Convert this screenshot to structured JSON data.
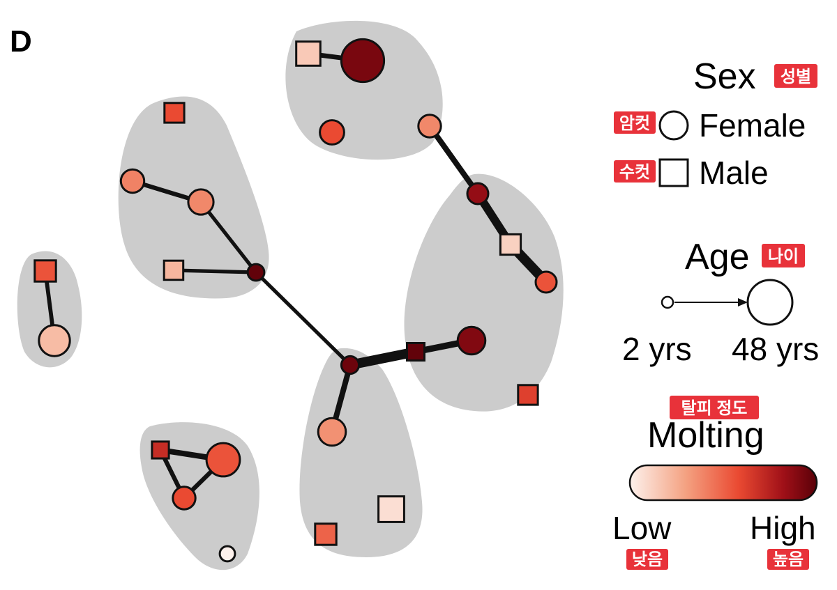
{
  "panel_label": "D",
  "colors": {
    "group_fill": "#cccccc",
    "edge": "#111111",
    "node_stroke": "#111111",
    "korean_tag_bg": "#e8323a",
    "korean_tag_text": "#ffffff",
    "molting_scale": [
      "#fdf1ec",
      "#f4a181",
      "#ea4a32",
      "#a01018",
      "#5a0008"
    ]
  },
  "legend": {
    "sex": {
      "title": "Sex",
      "title_kr": "성별",
      "female_label": "Female",
      "female_kr": "암컷",
      "male_label": "Male",
      "male_kr": "수컷"
    },
    "age": {
      "title": "Age",
      "title_kr": "나이",
      "min_label": "2 yrs",
      "max_label": "48 yrs"
    },
    "molting": {
      "title": "Molting",
      "title_kr": "탈피 정도",
      "low_label": "Low",
      "low_kr": "낮음",
      "high_label": "High",
      "high_kr": "높음"
    }
  },
  "network": {
    "groups": [
      "g1",
      "g2",
      "g3",
      "g4",
      "g5",
      "g6",
      "g7"
    ],
    "nodes": [
      {
        "id": "n1",
        "sex": "male",
        "age": 0.45,
        "molting": 0.15,
        "group": "g1"
      },
      {
        "id": "n2",
        "sex": "female",
        "age": 0.9,
        "molting": 0.92,
        "group": "g1"
      },
      {
        "id": "n3",
        "sex": "female",
        "age": 0.35,
        "molting": 0.58,
        "group": "g1"
      },
      {
        "id": "n4",
        "sex": "female",
        "age": 0.3,
        "molting": 0.38,
        "group": "g1"
      },
      {
        "id": "n5",
        "sex": "male",
        "age": 0.3,
        "molting": 0.58,
        "group": "g2"
      },
      {
        "id": "n6",
        "sex": "female",
        "age": 0.32,
        "molting": 0.4,
        "group": "g2"
      },
      {
        "id": "n7",
        "sex": "female",
        "age": 0.38,
        "molting": 0.38,
        "group": "g2"
      },
      {
        "id": "n8",
        "sex": "male",
        "age": 0.28,
        "molting": 0.22,
        "group": "g2"
      },
      {
        "id": "n9",
        "sex": "female",
        "age": 0.12,
        "molting": 0.98,
        "group": "g2"
      },
      {
        "id": "n10",
        "sex": "male",
        "age": 0.35,
        "molting": 0.55,
        "group": "g3"
      },
      {
        "id": "n11",
        "sex": "female",
        "age": 0.55,
        "molting": 0.2,
        "group": "g3"
      },
      {
        "id": "n12",
        "sex": "female",
        "age": 0.25,
        "molting": 0.85,
        "group": "g4"
      },
      {
        "id": "n13",
        "sex": "male",
        "age": 0.32,
        "molting": 0.12,
        "group": "g4"
      },
      {
        "id": "n14",
        "sex": "female",
        "age": 0.25,
        "molting": 0.55,
        "group": "g4"
      },
      {
        "id": "n15",
        "sex": "female",
        "age": 0.45,
        "molting": 0.9,
        "group": "g4"
      },
      {
        "id": "n16",
        "sex": "male",
        "age": 0.22,
        "molting": 0.98,
        "group": "g4"
      },
      {
        "id": "n17",
        "sex": "male",
        "age": 0.3,
        "molting": 0.62,
        "group": "g4"
      },
      {
        "id": "n18",
        "sex": "female",
        "age": 0.15,
        "molting": 0.95,
        "group": "g5"
      },
      {
        "id": "n19",
        "sex": "female",
        "age": 0.45,
        "molting": 0.35,
        "group": "g5"
      },
      {
        "id": "n20",
        "sex": "male",
        "age": 0.5,
        "molting": 0.07,
        "group": "g5"
      },
      {
        "id": "n21",
        "sex": "male",
        "age": 0.35,
        "molting": 0.5,
        "group": "g5"
      },
      {
        "id": "n22",
        "sex": "male",
        "age": 0.2,
        "molting": 0.7,
        "group": "g6"
      },
      {
        "id": "n23",
        "sex": "female",
        "age": 0.62,
        "molting": 0.55,
        "group": "g6"
      },
      {
        "id": "n24",
        "sex": "female",
        "age": 0.3,
        "molting": 0.58,
        "group": "g6"
      },
      {
        "id": "n25",
        "sex": "female",
        "age": 0.08,
        "molting": 0.0,
        "group": "g6"
      }
    ],
    "edges": [
      {
        "from": "n1",
        "to": "n2",
        "weight": 0.35
      },
      {
        "from": "n4",
        "to": "n12",
        "weight": 0.45
      },
      {
        "from": "n12",
        "to": "n13",
        "weight": 0.8
      },
      {
        "from": "n13",
        "to": "n14",
        "weight": 1.0
      },
      {
        "from": "n6",
        "to": "n7",
        "weight": 0.3
      },
      {
        "from": "n7",
        "to": "n9",
        "weight": 0.2
      },
      {
        "from": "n8",
        "to": "n9",
        "weight": 0.2
      },
      {
        "from": "n9",
        "to": "n18",
        "weight": 0.2
      },
      {
        "from": "n18",
        "to": "n16",
        "weight": 1.0
      },
      {
        "from": "n16",
        "to": "n15",
        "weight": 0.55
      },
      {
        "from": "n18",
        "to": "n19",
        "weight": 0.45
      },
      {
        "from": "n10",
        "to": "n11",
        "weight": 0.25
      },
      {
        "from": "n22",
        "to": "n23",
        "weight": 0.45
      },
      {
        "from": "n22",
        "to": "n24",
        "weight": 0.3
      },
      {
        "from": "n23",
        "to": "n24",
        "weight": 0.3
      }
    ]
  }
}
